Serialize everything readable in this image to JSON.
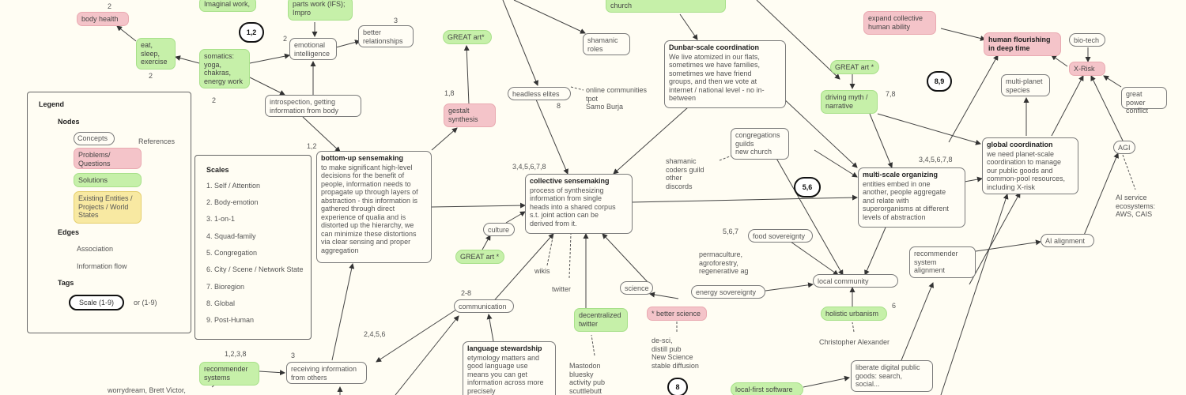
{
  "legend": {
    "title": "Legend",
    "nodes_heading": "Nodes",
    "concepts": "Concepts",
    "problems": "Problems/\nQuestions",
    "solutions": "Solutions",
    "entities": "Existing Entities /\nProjects / World\nStates",
    "references": "References",
    "edges_heading": "Edges",
    "association": "Association",
    "information_flow": "Information flow",
    "tags_heading": "Tags",
    "scale_tag": "Scale (1-9)",
    "scale_or": "or  (1-9)"
  },
  "scales": {
    "title": "Scales",
    "items": [
      "1. Self / Attention",
      "2. Body-emotion",
      "3. 1-on-1",
      "4. Squad-family",
      "5. Congregation",
      "6. City / Scene / Network State",
      "7. Bioregion",
      "8. Global",
      "9. Post-Human"
    ]
  },
  "nodes": {
    "body_health": "body health",
    "eat_sleep": "eat,\nsleep,\nexercise",
    "imaginal_work": "Imaginal work,",
    "somatics": "somatics:\nyoga,\nchakras,\nenergy work",
    "parts_work": "parts work (IFS);\nImpro",
    "emotional_intelligence": "emotional\nintelligence",
    "better_relationships": "better\nrelationships",
    "great_art_top": "GREAT art*",
    "church": "church",
    "shamanic_roles": "shamanic\nroles",
    "dunbar_title": "Dunbar-scale coordination",
    "dunbar_body": "We live atomized in our flats,\nsometimes we have families,\nsometimes we have friend\ngroups, and then we vote at\ninternet / national level - no in-\nbetween",
    "expand_collective": "expand collective\nhuman ability",
    "human_flourishing": "human flourishing\nin deep time",
    "bio_tech": "bio-tech",
    "x_risk": "X-Risk",
    "multi_planet": "multi-planet\nspecies",
    "great_power": "great power\nconflict",
    "great_art_mid": "GREAT art *",
    "driving_myth": "driving myth /\nnarrative",
    "introspection": "introspection, getting\ninformation from body",
    "gestalt": "gestalt\nsynthesis",
    "headless_elites": "headless elites",
    "online_communities": "online communities\ntpot\nSamo Burja",
    "bottom_up_title": "bottom-up sensemaking",
    "bottom_up_body": "to make significant high-level\ndecisions for the benefit of\npeople, information needs to\npropagate up through layers of\nabstraction - this information is\ngathered through direct\nexperience of qualia and is\ndistorted up the hierarchy, we\ncan minimize these distortions\nvia clear sensing and proper\naggregation",
    "congregations": "congregations\nguilds\nnew church",
    "shamanic_coders": "shamanic\ncoders guild\nother\ndiscords",
    "collective_title": "collective sensemaking",
    "collective_body": "process of synthesizing\ninformation from single\nheads into a shared corpus\ns.t. joint action can be\nderived from it.",
    "multiscale_title": "multi-scale organizing",
    "multiscale_body": "entities embed in one\nanother, people aggregate\nand relate with\nsuperorganisms at different\nlevels of abstraction",
    "global_title": "global coordination",
    "global_body": "we need planet-scale\ncoordination to manage\nour public goods and\ncommon-pool resources,\nincluding X-risk",
    "agi": "AGI",
    "ai_service": "AI service\necosystems:\nAWS, CAIS",
    "culture": "culture",
    "great_art_low": "GREAT art *",
    "wikis": "wikis",
    "twitter": "twitter",
    "science": "science",
    "better_science": "* better science",
    "food_sovereignty": "food sovereignty",
    "permaculture": "permaculture,\nagroforestry,\nregenerative ag",
    "energy_sovereignty": "energy sovereignty",
    "local_community": "local community",
    "holistic_urbanism": "holistic urbanism",
    "christopher_alexander": "Christopher Alexander",
    "recommender_alignment": "recommender\nsystem\nalignment",
    "ai_alignment": "AI  alignment",
    "communication": "communication",
    "language_title": "language stewardship",
    "language_body": "etymology matters and\ngood language use\nmeans you can get\ninformation across more\nprecisely",
    "decentralized_twitter": "decentralized\ntwitter",
    "mastodon": "Mastodon\nbluesky\nactivity pub\nscuttlebutt",
    "desci": "de-sci,\ndistill pub\nNew Science\nstable diffusion",
    "recommender_systems": "recommender\nsystems",
    "receiving_info": "receiving information\nfrom others",
    "worrydream": "worrydream, Brett Victor,",
    "liberate_public": "liberate digital public\ngoods: search,\nsocial...",
    "local_first": "local-first software"
  },
  "tags": {
    "t_2_top": "2",
    "t_2_body": "2",
    "t_2_ei": "2",
    "t_2_intro": "2",
    "t_3_rel": "3",
    "t_18": "1,8",
    "t_8": "8",
    "t_78": "7,8",
    "t_12": "1,2",
    "t_3_8": "3,4,5,6,7,8",
    "t_3_8b": "3,4,5,6,7,8",
    "t_567": "5,6,7",
    "t_6": "6",
    "t_28": "2-8",
    "t_2456": "2,4,5,6",
    "t_1238": "1,2,3,8",
    "t_3_recv": "3"
  },
  "clouds": {
    "c12": "1,2",
    "c89": "8,9",
    "c56": "5,6",
    "c8": "8"
  }
}
